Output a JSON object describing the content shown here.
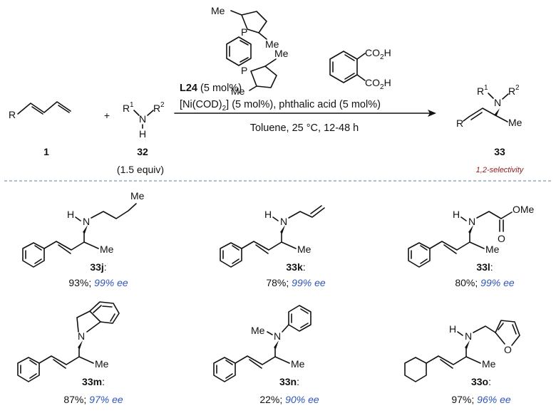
{
  "colors": {
    "ink": "#111111",
    "ee": "#2e55b8",
    "selectivity": "#8b1a1a",
    "divider": "#7f9aa8"
  },
  "scheme": {
    "diene": {
      "r_label": "R",
      "compound": "1"
    },
    "plus": "+",
    "amine": {
      "r1": "R",
      "r1_sup": "1",
      "n": "N",
      "r2": "R",
      "r2_sup": "2",
      "h": "H",
      "compound": "32",
      "equiv": "(1.5 equiv)"
    },
    "ligand_methyl": "Me",
    "ligand_p": "P",
    "acid": {
      "co2h_a": "CO",
      "co2h_a_sub": "2",
      "co2h_a_h": "H",
      "co2h_b": "CO",
      "co2h_b_sub": "2",
      "co2h_b_h": "H"
    },
    "conditions": {
      "ligand_code": "L24",
      "ligand_loading": " (5 mol%)",
      "catalyst_a": "[Ni(COD)",
      "catalyst_sub": "2",
      "catalyst_b": "] (5 mol%), phthalic acid (5 mol%)",
      "line3": "Toluene, 25 °C, 12-48 h"
    },
    "product": {
      "r1": "R",
      "r1_sup": "1",
      "n": "N",
      "r2": "R",
      "r2_sup": "2",
      "r": "R",
      "me": "Me",
      "compound": "33",
      "selectivity": "1,2-selectivity"
    }
  },
  "examples": [
    {
      "id": "33j",
      "yield": "93%; ",
      "ee": "99% ee",
      "labels": {
        "h": "H",
        "n": "N",
        "me_chain": "Me",
        "me": "Me"
      }
    },
    {
      "id": "33k",
      "yield": "78%; ",
      "ee": "99% ee",
      "labels": {
        "h": "H",
        "n": "N",
        "me": "Me"
      }
    },
    {
      "id": "33l",
      "yield": "80%; ",
      "ee": "99% ee",
      "labels": {
        "h": "H",
        "n": "N",
        "ome": "OMe",
        "o": "O",
        "me": "Me"
      }
    },
    {
      "id": "33m",
      "yield": "87%; ",
      "ee": "97% ee",
      "labels": {
        "n": "N",
        "me": "Me"
      }
    },
    {
      "id": "33n",
      "yield": "22%; ",
      "ee": "90% ee",
      "labels": {
        "nme": "Me",
        "n": "N",
        "me": "Me"
      }
    },
    {
      "id": "33o",
      "yield": "97%; ",
      "ee": "96% ee",
      "labels": {
        "h": "H",
        "n": "N",
        "o": "O",
        "me": "Me"
      }
    }
  ]
}
